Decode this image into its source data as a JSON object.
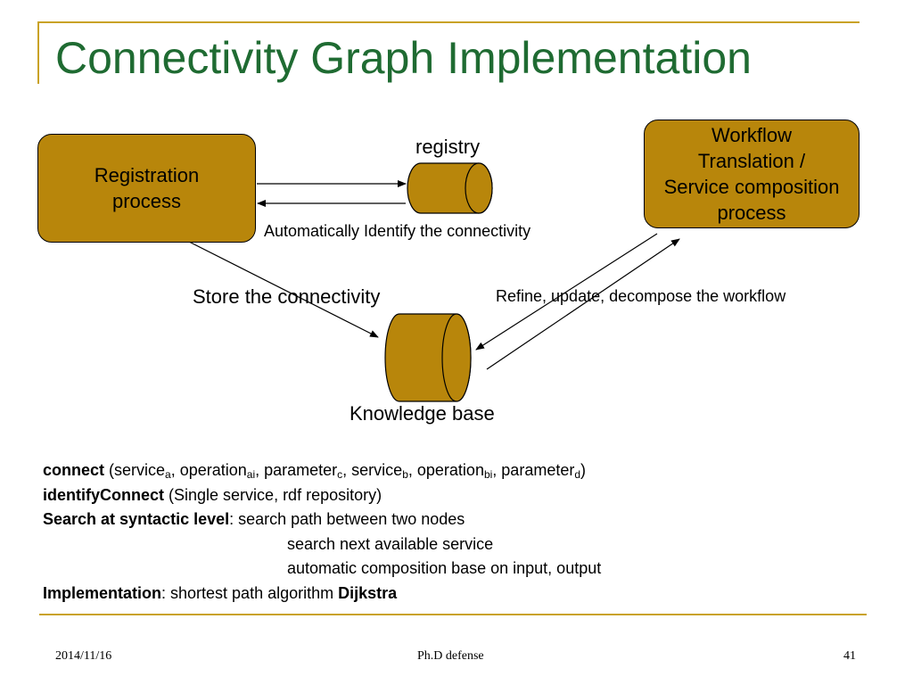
{
  "title": "Connectivity Graph Implementation",
  "colors": {
    "accent_rule": "#c9a227",
    "title": "#1f6b32",
    "box_fill": "#b8860b"
  },
  "diagram": {
    "registration_box": "Registration\nprocess",
    "workflow_box": "Workflow\nTranslation /\nService composition\nprocess",
    "registry_label": "registry",
    "automatic_label": "Automatically Identify the connectivity",
    "store_label": "Store the connectivity",
    "refine_label": "Refine, update, decompose the workflow",
    "knowledge_base_label": "Knowledge base"
  },
  "body": {
    "connect_keyword": "connect",
    "connect_open": " (service",
    "sub_a": "a",
    "sep_operation": ", operation",
    "sub_ai": "ai",
    "sep_parameter": ", parameter",
    "sub_c": "c",
    "sep_service": ", service",
    "sub_b": "b",
    "sep_operation2": ", operation",
    "sub_bi": "bi",
    "sep_parameter2": ", parameter",
    "sub_d": "d",
    "connect_close": ")",
    "identify_keyword": "identifyConnect",
    "identify_rest": " (Single service, rdf repository)",
    "search_keyword": "Search at syntactic level",
    "search_rest": ": search path between two nodes",
    "search_line2": "search next available service",
    "search_line3": "automatic composition base on input, output",
    "impl_keyword": "Implementation",
    "impl_rest": ": shortest path algorithm ",
    "impl_algo": "Dijkstra"
  },
  "footer": {
    "date": "2014/11/16",
    "center": "Ph.D defense",
    "page": "41"
  }
}
